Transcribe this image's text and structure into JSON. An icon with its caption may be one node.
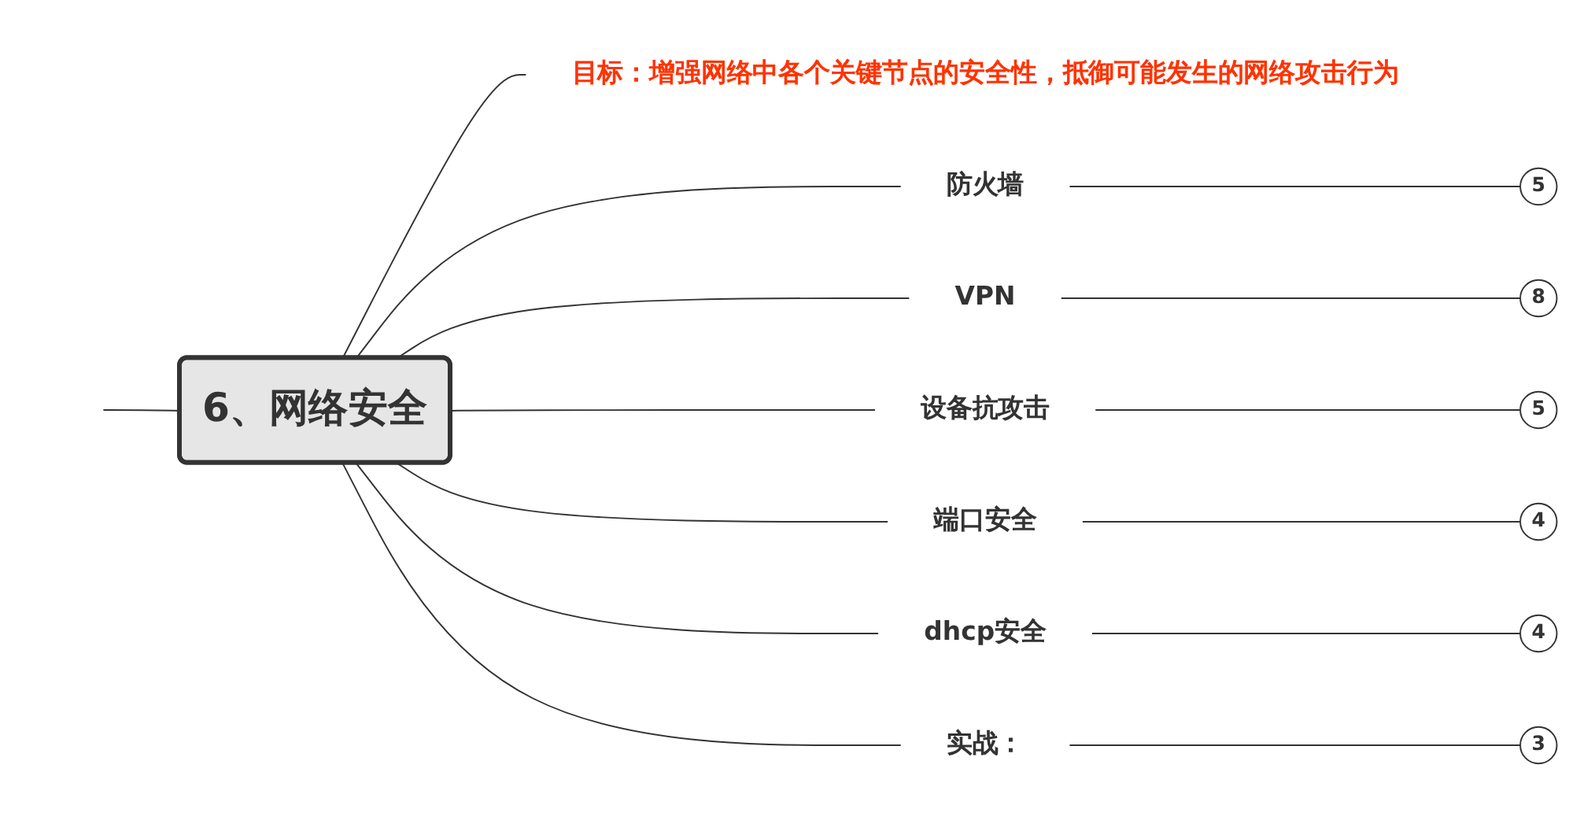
{
  "diagram": {
    "nodes": [
      {
        "text": [
          "6、网络安全"
        ]
      },
      {
        "text": [
          "目标：增强网络中各个关键节点的安全性，抵御可能发生的网络攻击行为"
        ]
      },
      {
        "text": [
          "防火墙"
        ]
      },
      {
        "text": [
          "5"
        ]
      },
      {
        "text": [
          "VPN"
        ]
      },
      {
        "text": [
          "8"
        ]
      },
      {
        "text": [
          "设备抗攻击"
        ]
      },
      {
        "text": [
          "5"
        ]
      },
      {
        "text": [
          "端口安全"
        ]
      },
      {
        "text": [
          "4"
        ]
      },
      {
        "text": [
          "dhcp安全"
        ]
      },
      {
        "text": [
          "4"
        ]
      },
      {
        "text": [
          "实战："
        ]
      },
      {
        "text": [
          "3"
        ]
      }
    ],
    "edges": [
      {
        "from": null,
        "to": 0,
        "arrow": "none"
      },
      {
        "from": 0,
        "to": 1,
        "arrow": "none"
      },
      {
        "from": 0,
        "to": 2,
        "arrow": "none"
      },
      {
        "from": 2,
        "to": 3,
        "arrow": "none"
      },
      {
        "from": 0,
        "to": 4,
        "arrow": "none"
      },
      {
        "from": 4,
        "to": 5,
        "arrow": "none"
      },
      {
        "from": 0,
        "to": 6,
        "arrow": "none"
      },
      {
        "from": 6,
        "to": 7,
        "arrow": "none"
      },
      {
        "from": 0,
        "to": 8,
        "arrow": "none"
      },
      {
        "from": 8,
        "to": 9,
        "arrow": "none"
      },
      {
        "from": 0,
        "to": 10,
        "arrow": "none"
      },
      {
        "from": 10,
        "to": 11,
        "arrow": "none"
      },
      {
        "from": 0,
        "to": 12,
        "arrow": "none"
      },
      {
        "from": 12,
        "to": 13,
        "arrow": "none"
      }
    ]
  }
}
